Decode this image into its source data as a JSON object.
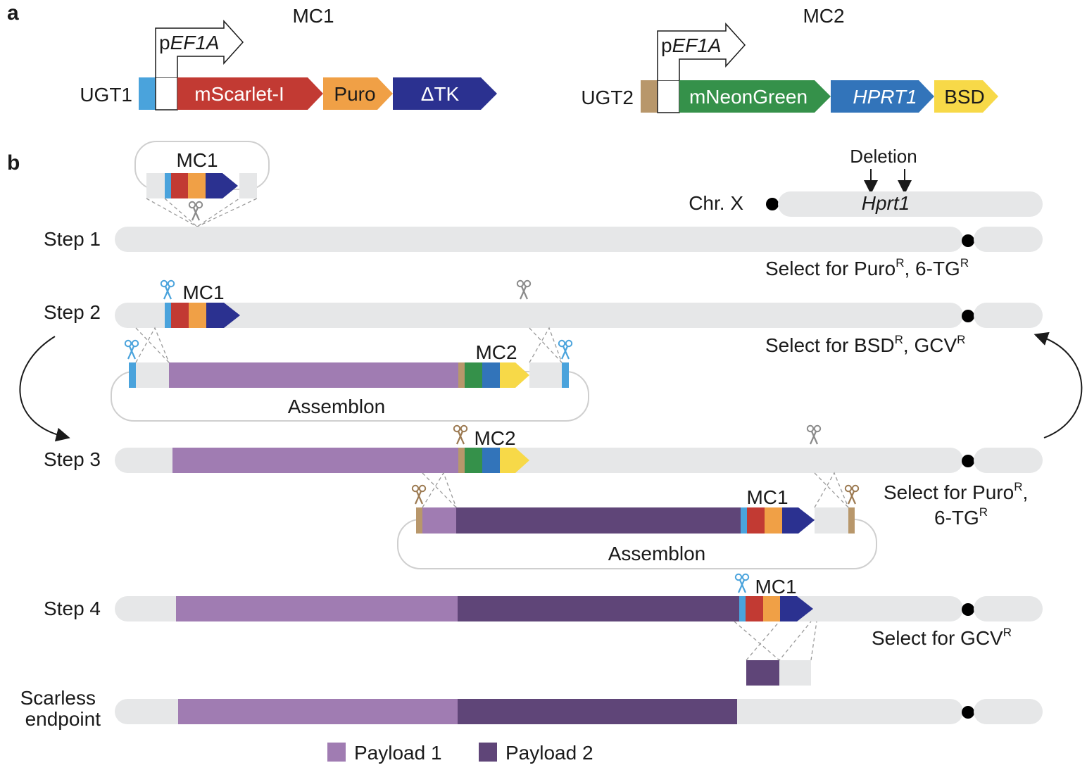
{
  "colors": {
    "chromosome": "#e6e7e8",
    "ugt1": "#4aa3dc",
    "ugt2": "#b8976b",
    "mscarlet": "#c23a33",
    "puro": "#f0a046",
    "tk": "#2b3190",
    "mneongreen": "#35914a",
    "hprt1": "#3274ba",
    "bsd": "#f7d948",
    "payload1": "#a07cb2",
    "payload2": "#5f4578",
    "centromere": "#000000",
    "scissors_grey": "#8a8a8a",
    "scissors_blue": "#4aa3dc",
    "scissors_brown": "#9c7a52"
  },
  "panel_a": {
    "label": "a",
    "mc1": {
      "title": "MC1",
      "ugt": "UGT1",
      "promoter_p": "p",
      "promoter_gene": "EF1A",
      "genes": [
        "mScarlet-I",
        "Puro",
        "ΔTK"
      ]
    },
    "mc2": {
      "title": "MC2",
      "ugt": "UGT2",
      "promoter_p": "p",
      "promoter_gene": "EF1A",
      "genes": [
        "mNeonGreen",
        "HPRT1",
        "BSD"
      ]
    }
  },
  "panel_b": {
    "label": "b",
    "mc1_label": "MC1",
    "mc2_label": "MC2",
    "assemblon_label": "Assemblon",
    "deletion_label": "Deletion",
    "chrx_label": "Chr. X",
    "hprt1_label": "Hprt1",
    "steps": [
      "Step 1",
      "Step 2",
      "Step 3",
      "Step 4"
    ],
    "endpoint_line1": "Scarless",
    "endpoint_line2": "endpoint",
    "selections": {
      "step1": {
        "a": "Select for Puro",
        "a_sup": "R",
        "b": ", 6-TG",
        "b_sup": "R"
      },
      "step2": {
        "a": "Select for BSD",
        "a_sup": "R",
        "b": ", GCV",
        "b_sup": "R"
      },
      "step3": {
        "a": "Select for Puro",
        "a_sup": "R",
        "a_end": ",",
        "b": "6-TG",
        "b_sup": "R"
      },
      "step4": {
        "a": "Select for GCV",
        "a_sup": "R"
      }
    },
    "legend": [
      {
        "label": "Payload 1",
        "color": "#a07cb2"
      },
      {
        "label": "Payload 2",
        "color": "#5f4578"
      }
    ]
  }
}
